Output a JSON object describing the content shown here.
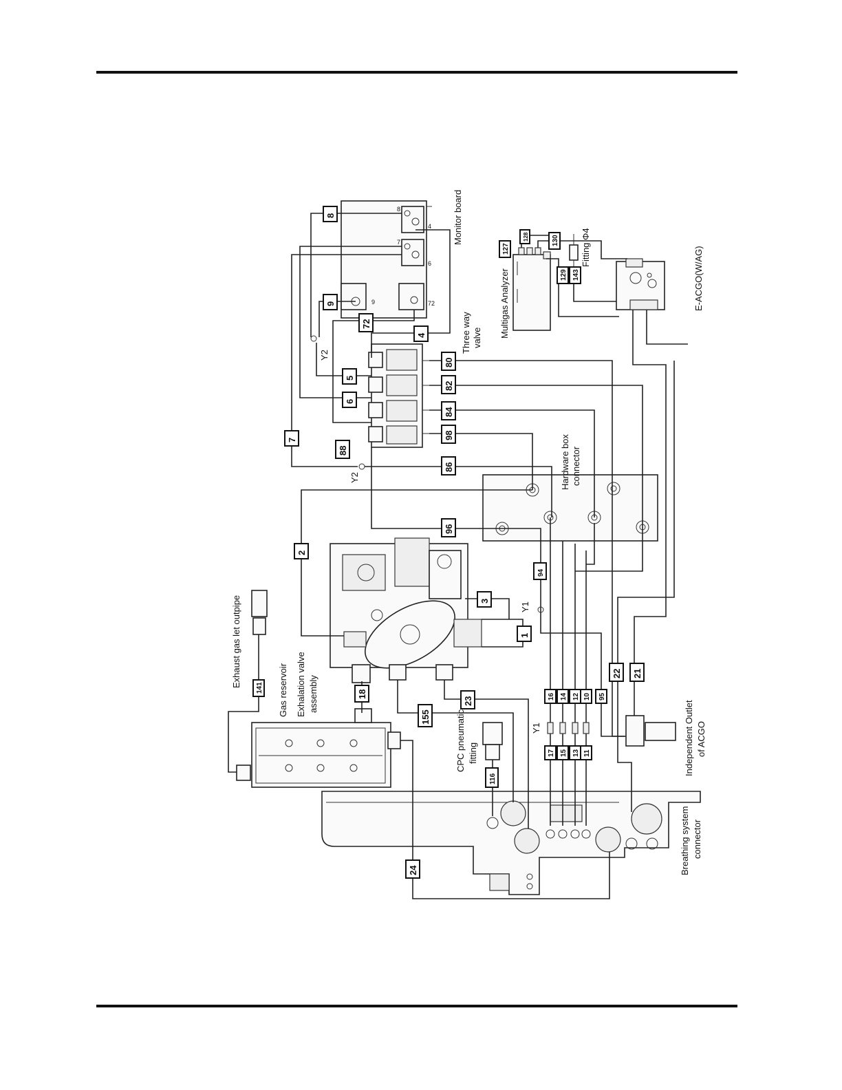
{
  "labels": {
    "monitor_board": "Monitor board",
    "multigas_analyzer": "Multigas Analyzer",
    "fitting_phi4": "Fitting Φ4",
    "e_acgo": "E-ACGO(W/AG)",
    "three_way_valve_line1": "Three way",
    "three_way_valve_line2": "valve",
    "hardware_box_line1": "Hardware box",
    "hardware_box_line2": "connector",
    "exhaust_outlet": "Exhaust gas let outpipe",
    "gas_reservoir": "Gas reservoir",
    "exhalation_line1": "Exhalation valve",
    "exhalation_line2": "assembly",
    "cpc_line1": "CPC pneumatic",
    "cpc_line2": "fitting",
    "independent_line1": "Independent Outlet",
    "independent_line2": "of ACGO",
    "breathing_line1": "Breathing system",
    "breathing_line2": "connector",
    "y1_a": "Y1",
    "y1_b": "Y1",
    "y2_a": "Y2",
    "y2_b": "Y2"
  },
  "board_pins": {
    "p8": "8",
    "p4": "4",
    "p7": "7",
    "p6": "6",
    "p9": "9",
    "p72": "72"
  },
  "tags": {
    "t8": "8",
    "t9": "9",
    "t72": "72",
    "t7": "7",
    "t4": "4",
    "t5": "5",
    "t6": "6",
    "t88": "88",
    "t80": "80",
    "t82": "82",
    "t84": "84",
    "t98": "98",
    "t86": "86",
    "t96": "96",
    "t2": "2",
    "t94": "94",
    "t3": "3",
    "t1": "1",
    "t22": "22",
    "t21": "21",
    "t16": "16",
    "t14": "14",
    "t12": "12",
    "t10": "10",
    "t95": "95",
    "t17": "17",
    "t15": "15",
    "t13": "13",
    "t11": "11",
    "t18": "18",
    "t155": "155",
    "t23": "23",
    "t116": "116",
    "t141": "141",
    "t24": "24",
    "t127": "127",
    "t128": "128",
    "t130": "130",
    "t129": "129",
    "t143": "143"
  }
}
